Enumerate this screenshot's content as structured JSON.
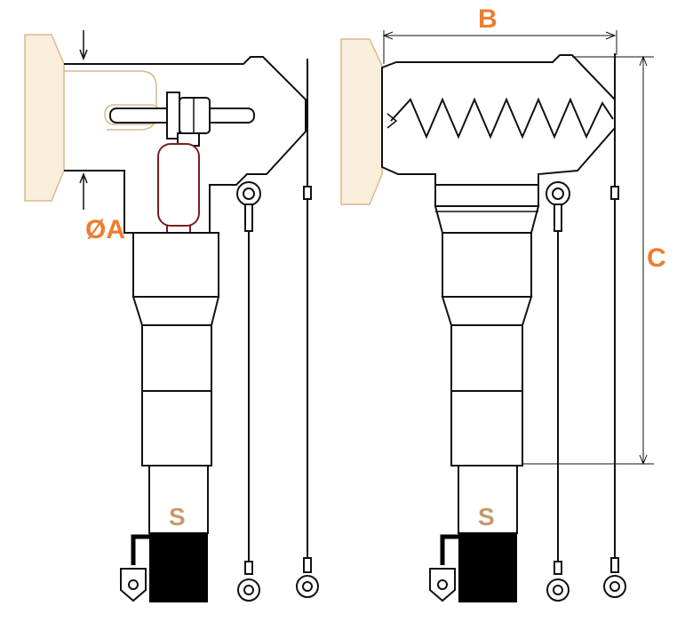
{
  "labels": {
    "diameter_a": "ØA",
    "dim_b": "B",
    "dim_c": "C",
    "stem_left": "S",
    "stem_right": "S"
  },
  "colors": {
    "label_orange": "#ED7D31",
    "label_tan": "#C9976A",
    "busbar_fill": "#F8EEDB",
    "busbar_stroke": "#D9B98F",
    "fuse_stroke": "#7A1F1F",
    "outline": "#111111",
    "terminal_black": "#000000"
  }
}
